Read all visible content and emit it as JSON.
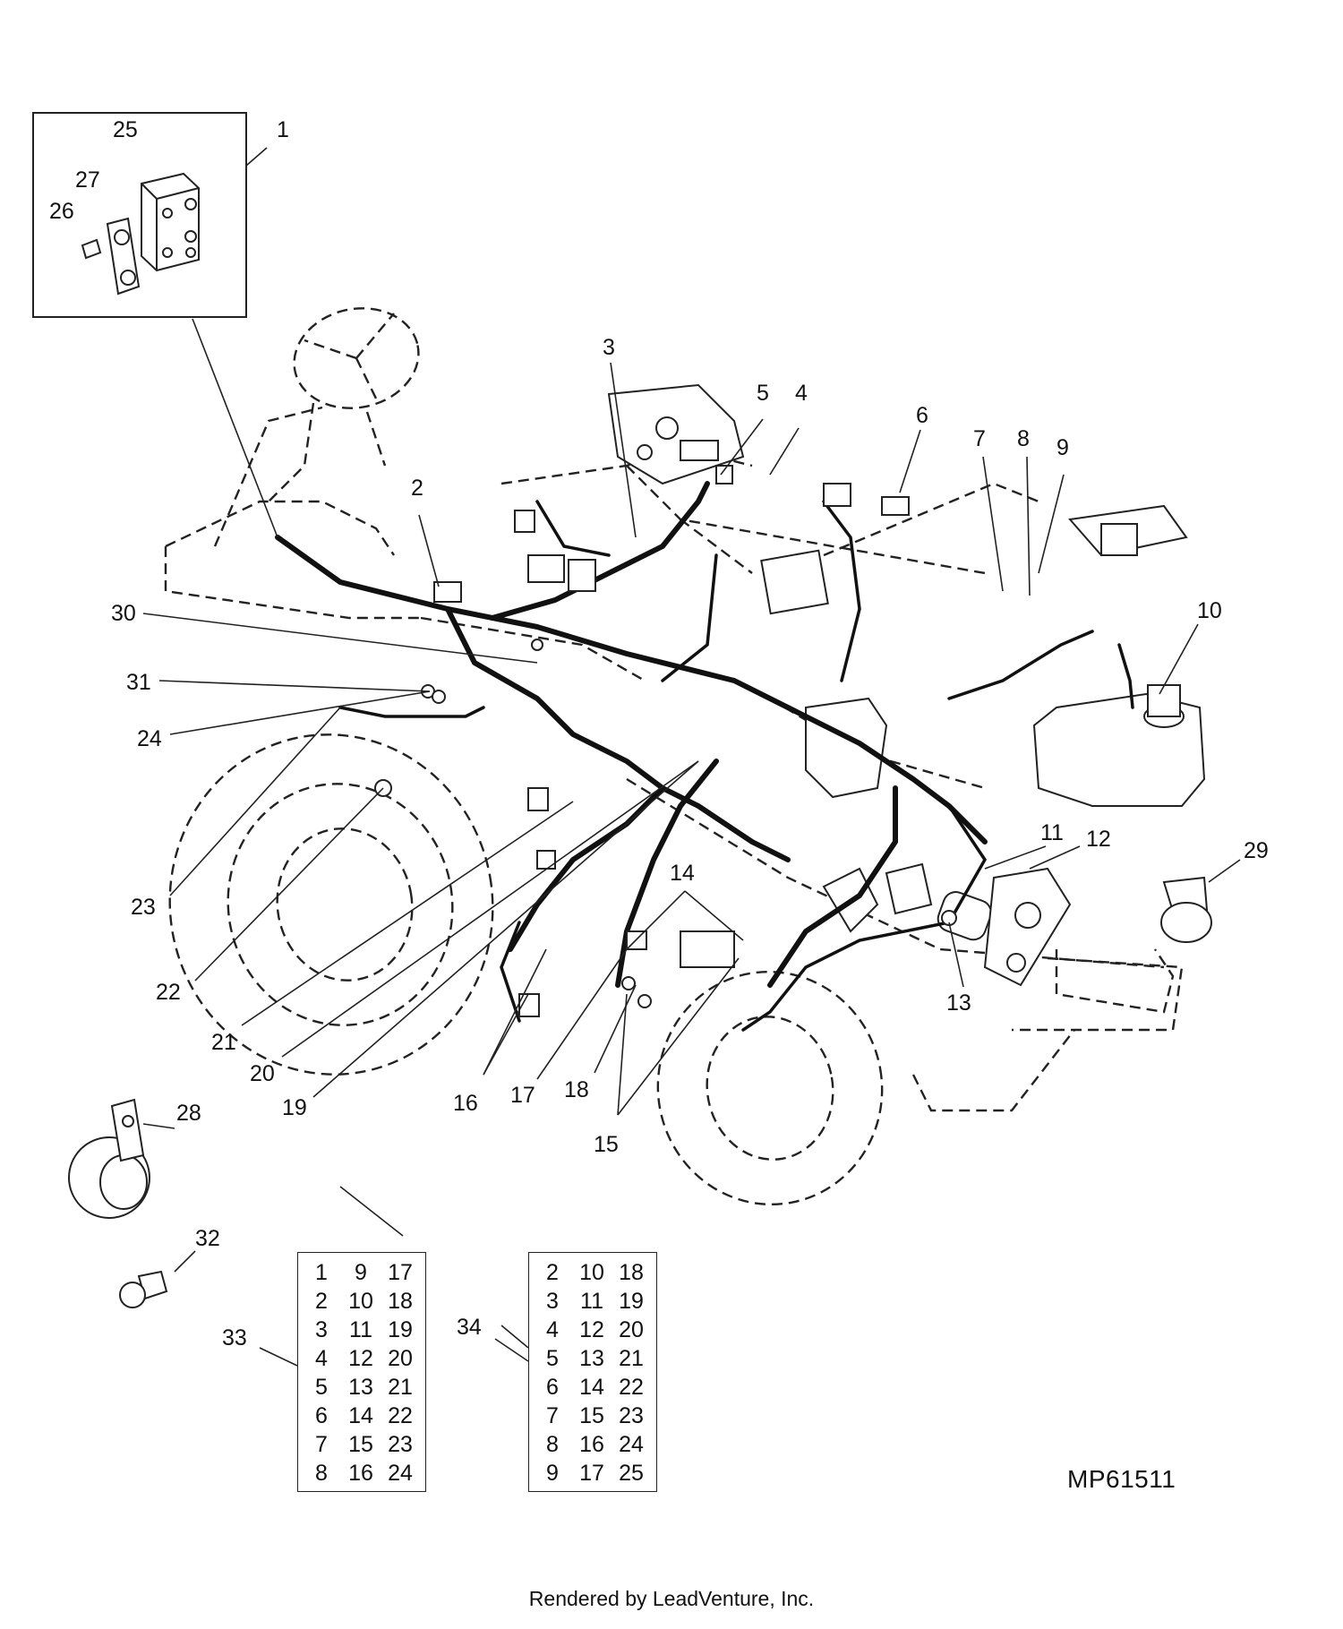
{
  "diagram": {
    "document_id": "MP61511",
    "footer": "Rendered by LeadVenture, Inc.",
    "callouts": [
      "1",
      "2",
      "3",
      "4",
      "5",
      "6",
      "7",
      "8",
      "9",
      "10",
      "11",
      "12",
      "13",
      "14",
      "15",
      "16",
      "17",
      "18",
      "19",
      "20",
      "21",
      "22",
      "23",
      "24",
      "25",
      "26",
      "27",
      "28",
      "29",
      "30",
      "31",
      "32",
      "33",
      "34"
    ],
    "table_33": {
      "label": "33",
      "rows": [
        [
          "1",
          "9",
          "17"
        ],
        [
          "2",
          "10",
          "18"
        ],
        [
          "3",
          "11",
          "19"
        ],
        [
          "4",
          "12",
          "20"
        ],
        [
          "5",
          "13",
          "21"
        ],
        [
          "6",
          "14",
          "22"
        ],
        [
          "7",
          "15",
          "23"
        ],
        [
          "8",
          "16",
          "24"
        ]
      ]
    },
    "table_34": {
      "label": "34",
      "rows": [
        [
          "2",
          "10",
          "18"
        ],
        [
          "3",
          "11",
          "19"
        ],
        [
          "4",
          "12",
          "20"
        ],
        [
          "5",
          "13",
          "21"
        ],
        [
          "6",
          "14",
          "22"
        ],
        [
          "7",
          "15",
          "23"
        ],
        [
          "8",
          "16",
          "24"
        ],
        [
          "9",
          "17",
          "25"
        ]
      ]
    }
  }
}
